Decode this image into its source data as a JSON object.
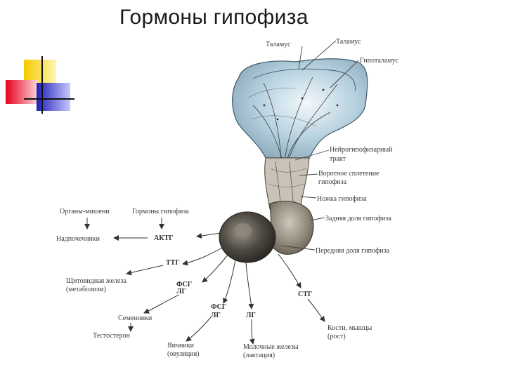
{
  "title": "Гормоны гипофиза",
  "anatomy_labels": {
    "thalamus_left": "Таламус",
    "thalamus_right": "Таламус",
    "hypothalamus": "Гипоталамус",
    "tract_line1": "Нейрогипофизарный",
    "tract_line2": "тракт",
    "portal_line1": "Воротное сплетение",
    "portal_line2": "гипофиза",
    "stalk": "Ножка гипофиза",
    "posterior_lobe": "Задняя доля гипофиза",
    "anterior_lobe": "Передняя доля гипофиза"
  },
  "headers": {
    "targets": "Органы-мишени",
    "hormones": "Гормоны гипофиза"
  },
  "hormones": {
    "actg": "АКТГ",
    "ttg_thyroid": "ТТГ",
    "fsg1": "ФСГ",
    "lg1": "ЛГ",
    "fsg2": "ФСГ",
    "lg2": "ЛГ",
    "lg3": "ЛГ",
    "stg": "СТГ"
  },
  "targets": {
    "adrenals": "Надпочечники",
    "thyroid_line1": "Щитовидная железа",
    "thyroid_line2": "(метаболизм)",
    "testes": "Семенники",
    "testosterone": "Тестостерон",
    "ovaries_line1": "Яичники",
    "ovaries_line2": "(овуляция)",
    "mammary_line1": "Молочные железы",
    "mammary_line2": "(лактация)",
    "bones_line1": "Кости, мышцы",
    "bones_line2": "(рост)"
  },
  "colors": {
    "brain_fill": "#a9c6d6",
    "brain_highlight": "#e8f2f7",
    "stalk_fill": "#c9c2b6",
    "gland_fill": "#8a8375"
  }
}
